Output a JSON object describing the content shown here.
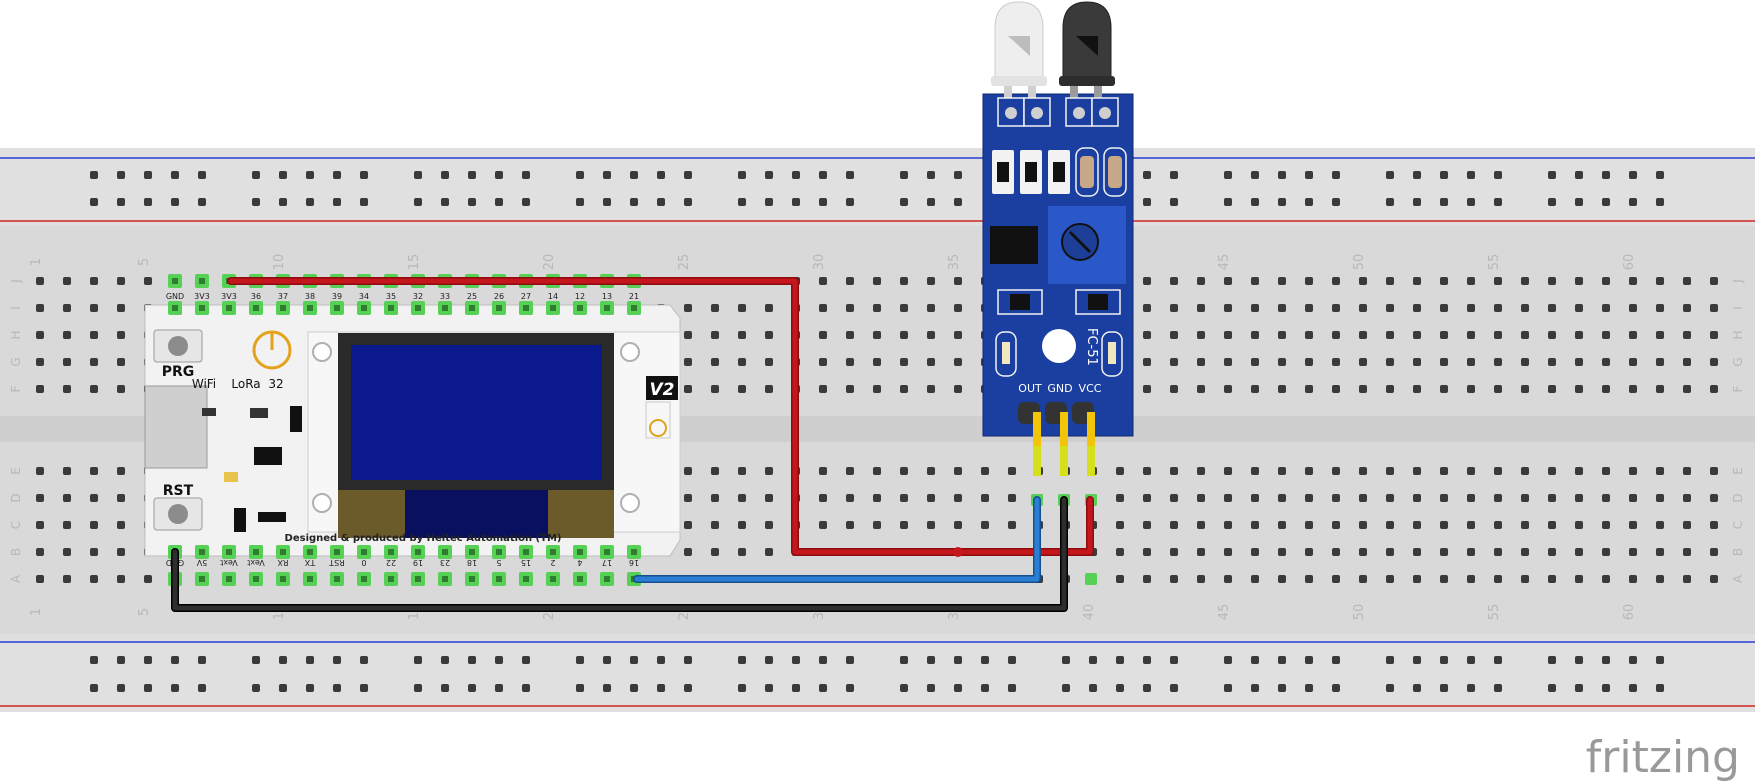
{
  "board": {
    "top_pins": [
      "GND",
      "3V3",
      "3V3",
      "36",
      "37",
      "38",
      "39",
      "34",
      "35",
      "32",
      "33",
      "25",
      "26",
      "27",
      "14",
      "12",
      "13",
      "21"
    ],
    "bottom_pins": [
      "GND",
      "5V",
      "Vext",
      "Vext",
      "RX",
      "TX",
      "RST",
      "0",
      "22",
      "19",
      "23",
      "18",
      "5",
      "15",
      "2",
      "4",
      "17",
      "16"
    ],
    "prg_label": "PRG",
    "rst_label": "RST",
    "wifi_label": "WiFi",
    "lora_label": "LoRa",
    "num_label": "32",
    "version_label": "V2",
    "credit": "Designed & produced by Heltec Automation (TM)"
  },
  "sensor": {
    "model": "FC-51",
    "pin_labels": [
      "OUT",
      "GND",
      "VCC"
    ]
  },
  "breadboard": {
    "column_numbers": [
      "1",
      "5",
      "10",
      "15",
      "20",
      "25",
      "30",
      "35",
      "40",
      "45",
      "50",
      "55",
      "60"
    ],
    "row_letters_top": [
      "J",
      "I",
      "H",
      "G",
      "F"
    ],
    "row_letters_bottom": [
      "E",
      "D",
      "C",
      "B",
      "A"
    ]
  },
  "watermark": "fritzing",
  "colors": {
    "wire_red": "#c4161c",
    "wire_blue": "#2a7fd4",
    "wire_black": "#222222",
    "board_blue": "#1a3fa0",
    "oled": "#0a1a8c"
  }
}
